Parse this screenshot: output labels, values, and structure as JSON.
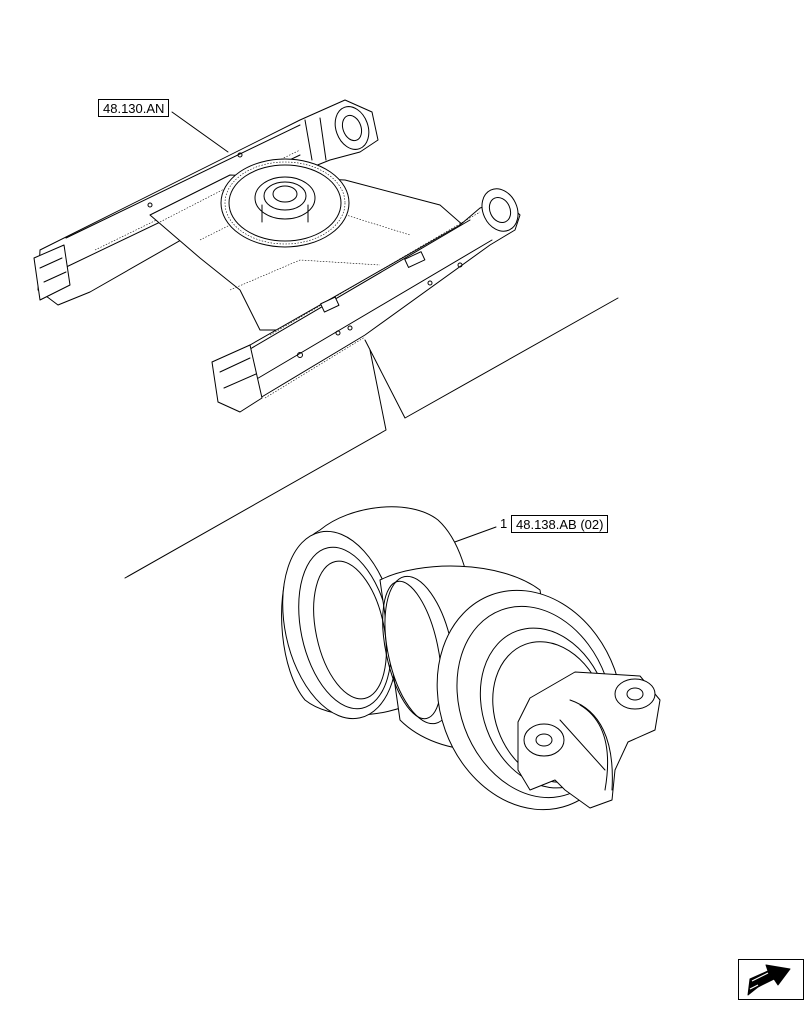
{
  "callouts": {
    "frame_ref": "48.130.AN",
    "roller_ref": "48.138.AB (02)",
    "roller_item_number": "1"
  },
  "icons": {
    "nav": "next-page-arrow-icon"
  }
}
